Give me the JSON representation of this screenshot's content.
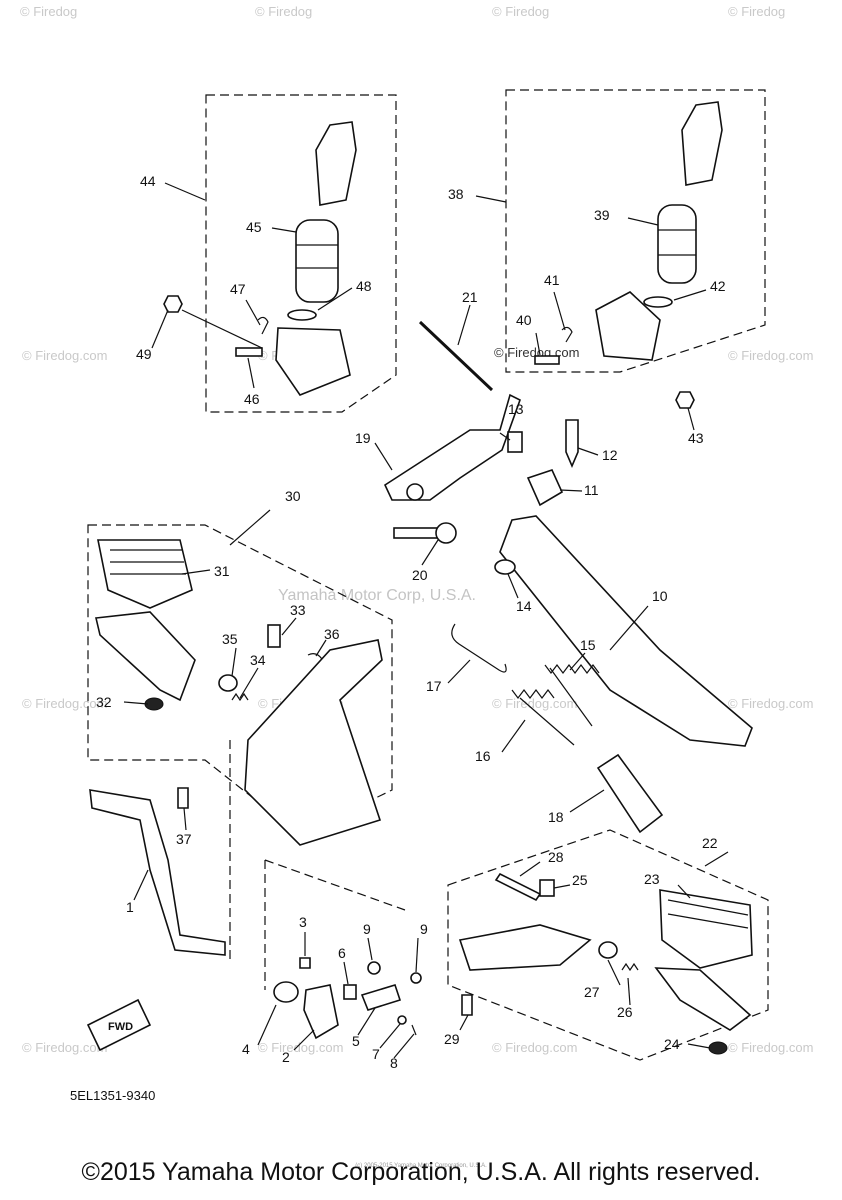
{
  "watermark": {
    "text": "© Firedog.com",
    "center_text": "Yamaha Motor Corp, U.S.A.",
    "top_labels": [
      "© Firedog",
      "© Firedog",
      "© Firedog",
      "© Firedog"
    ]
  },
  "callouts": {
    "c1": "1",
    "c2": "2",
    "c3": "3",
    "c4": "4",
    "c5": "5",
    "c6": "6",
    "c7": "7",
    "c8": "8",
    "c9a": "9",
    "c9b": "9",
    "c10": "10",
    "c11": "11",
    "c12": "12",
    "c13": "13",
    "c14": "14",
    "c15": "15",
    "c16": "16",
    "c17": "17",
    "c18": "18",
    "c19": "19",
    "c20": "20",
    "c21": "21",
    "c22": "22",
    "c23": "23",
    "c24": "24",
    "c25": "25",
    "c26": "26",
    "c27": "27",
    "c28": "28",
    "c29": "29",
    "c30": "30",
    "c31": "31",
    "c32": "32",
    "c33": "33",
    "c34": "34",
    "c35": "35",
    "c36": "36",
    "c37": "37",
    "c38": "38",
    "c39": "39",
    "c40": "40",
    "c41": "41",
    "c42": "42",
    "c43": "43",
    "c44": "44",
    "c45": "45",
    "c46": "46",
    "c47": "47",
    "c48": "48",
    "c49": "49"
  },
  "fwd_label": "FWD",
  "diagram_code": "5EL1351-9340",
  "footer": {
    "copyright": "©2015 Yamaha Motor Corporation, U.S.A. All rights reserved.",
    "fine_print": "(c) 2005-2015 Yamaha Motor Corporation, U.S.A."
  }
}
